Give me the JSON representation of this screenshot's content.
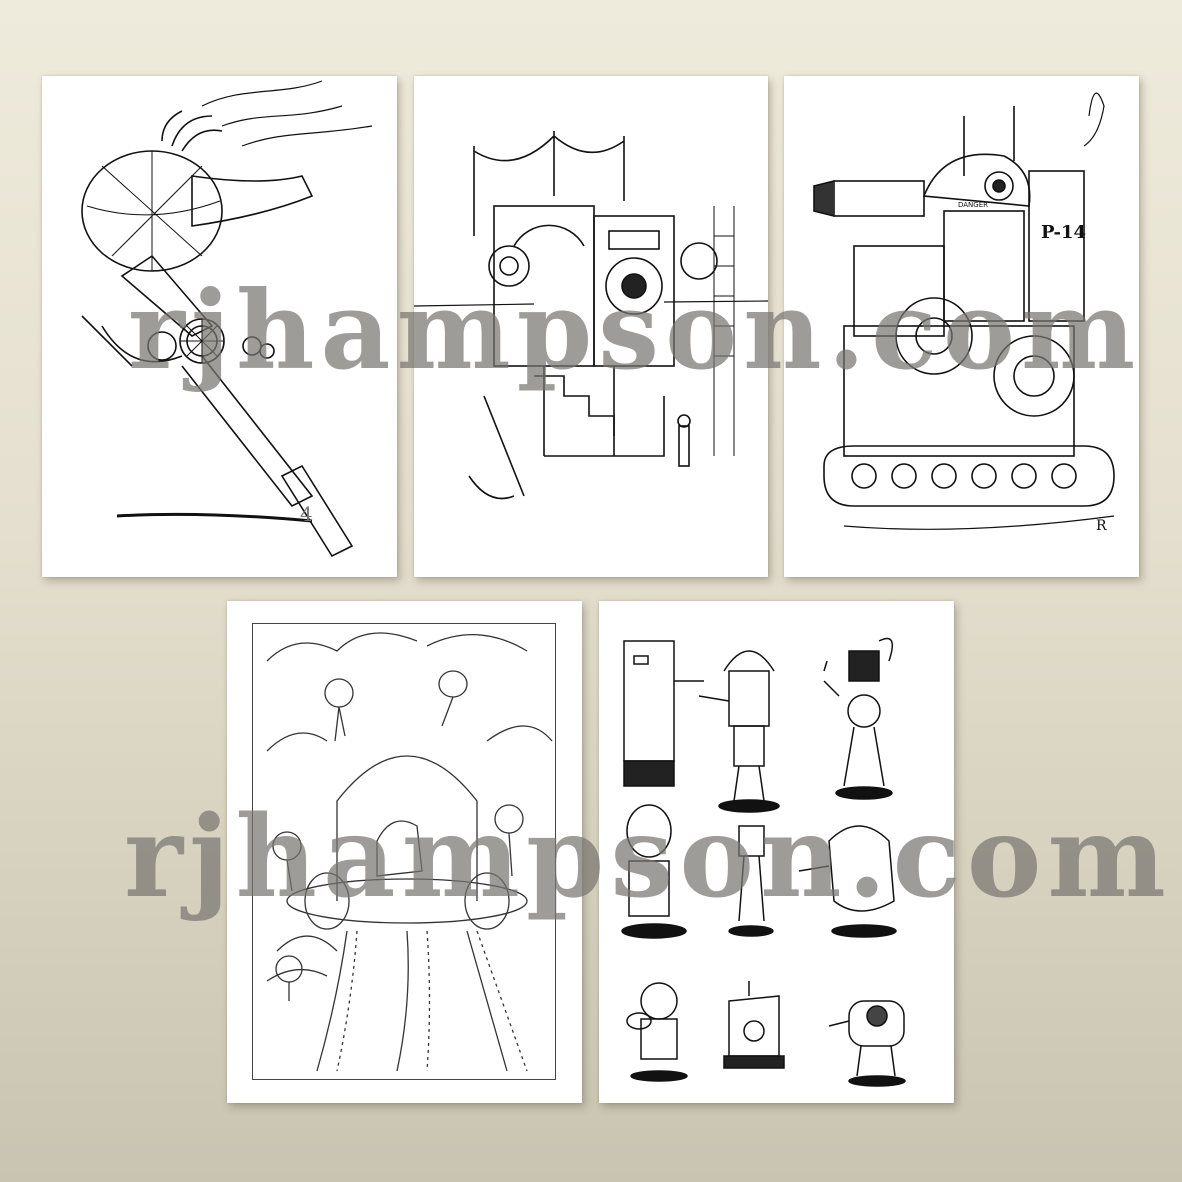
{
  "background": {
    "top_color": "#efebdc",
    "bottom_color": "#c9c3b2"
  },
  "cards": [
    {
      "id": "card-airship",
      "subject": "steampunk airship with propeller",
      "labels": {
        "fin_number": "4"
      }
    },
    {
      "id": "card-machine-house",
      "subject": "machine house with stairs and speaker"
    },
    {
      "id": "card-tank",
      "subject": "steampunk tank vehicle",
      "labels": {
        "warning": "DANGER",
        "tower": "P-14",
        "signature": "R"
      }
    },
    {
      "id": "card-flying-saucer",
      "subject": "domed flying machine with jellyfish pods and clouds"
    },
    {
      "id": "card-robots",
      "subject": "grid of nine robot characters",
      "robot_count": 9
    }
  ],
  "watermarks": [
    {
      "text": "rjhampson.com",
      "color": "#7a7872"
    },
    {
      "text": "rjhampson.com",
      "color": "#7a7872"
    }
  ]
}
